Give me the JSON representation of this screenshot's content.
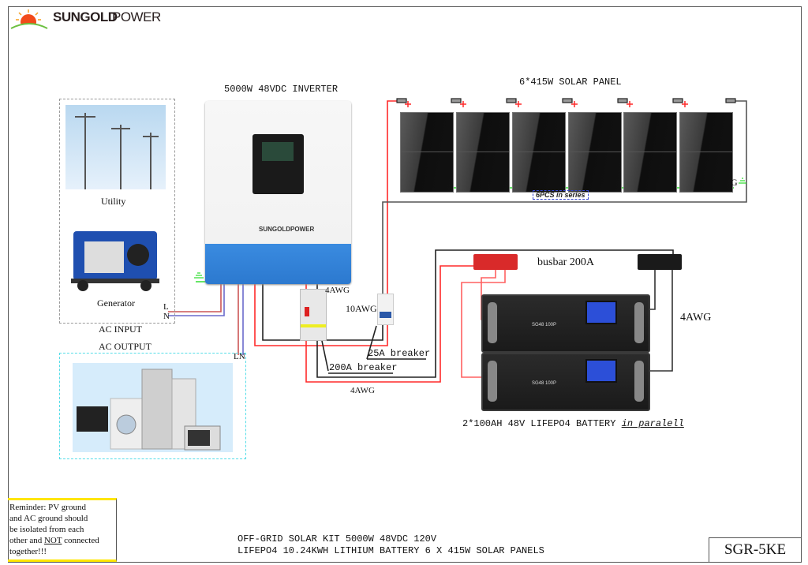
{
  "brand": {
    "name_bold": "SUNGOLD",
    "name_light": "POWER"
  },
  "inverter": {
    "title": "5000W 48VDC INVERTER",
    "logo": "SUNGOLDPOWER"
  },
  "solar": {
    "title": "6*415W SOLAR PANEL",
    "series_note": "6PCS in series",
    "panel_count": 6,
    "ground_label": "G"
  },
  "ac_input": {
    "utility_label": "Utility",
    "generator_label": "Generator",
    "title": "AC INPUT",
    "l": "L",
    "n": "N"
  },
  "ac_output": {
    "title": "AC OUTPUT",
    "ln": "LN"
  },
  "wiring": {
    "awg_inverter_breaker": "4AWG",
    "awg_pv": "10AWG",
    "breaker_25a": "25A breaker",
    "breaker_200a": "200A breaker",
    "awg_battery": "4AWG",
    "awg_busbar": "4AWG",
    "busbar": "busbar 200A"
  },
  "battery": {
    "label": "2*100AH 48V LIFEPO4 BATTERY",
    "label_suffix": "in paralell",
    "model": "SG48 100P"
  },
  "reminder": {
    "line1": "Reminder: PV ground",
    "line2": "and AC ground should",
    "line3": "be isolated from each",
    "line4_pre": "other and ",
    "line4_not": "NOT",
    "line4_post": " connected",
    "line5": "together!!!"
  },
  "footer": {
    "line1": "OFF-GRID SOLAR KIT 5000W 48VDC 120V",
    "line2": "LIFEPO4 10.24KWH LITHIUM BATTERY 6 X 415W SOLAR PANELS",
    "code": "SGR-5KE"
  },
  "colors": {
    "positive": "#ff2a2a",
    "negative": "#222222",
    "ground": "#33dd33",
    "neutral": "#6a6acc",
    "inverter_blue": "#2f82d6"
  }
}
